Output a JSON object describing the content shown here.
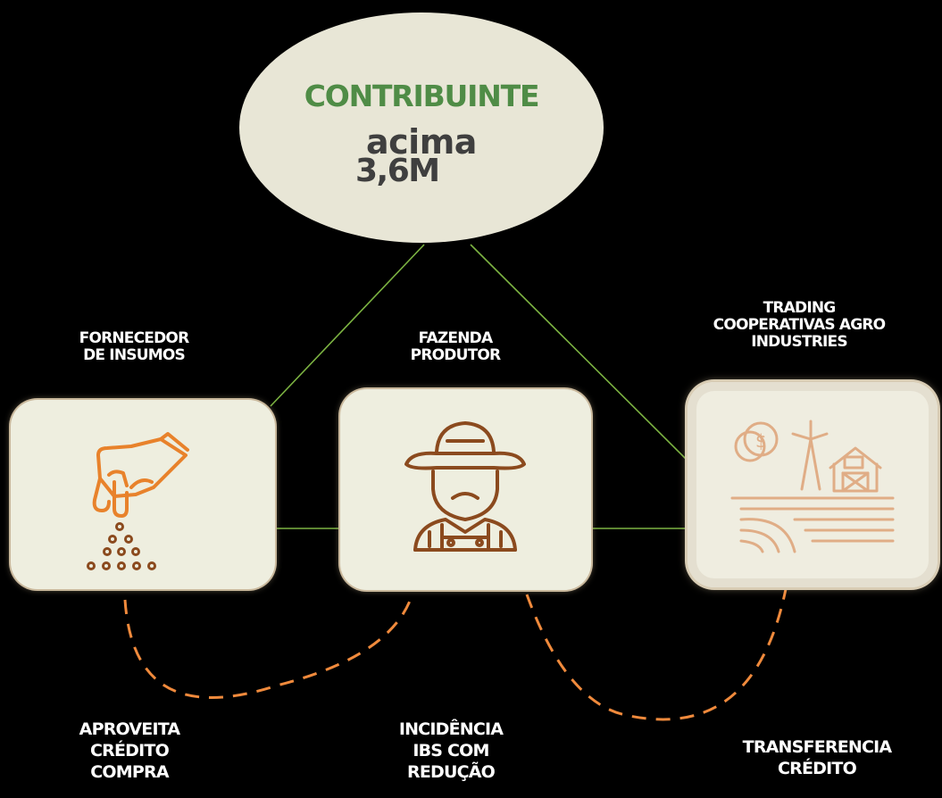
{
  "center": {
    "title": "CONTRIBUINTE",
    "line1": "acima",
    "line2": "3,6M"
  },
  "nodes": {
    "supplier": {
      "label_lines": [
        "FORNECEDOR",
        "DE INSUMOS"
      ],
      "icon": "seed-sowing-hand-icon"
    },
    "farm": {
      "label_lines": [
        "FAZENDA",
        "PRODUTOR"
      ],
      "icon": "farmer-icon"
    },
    "trading": {
      "label_lines": [
        "TRADING",
        "COOPERATIVAS AGRO",
        "INDUSTRIES"
      ],
      "icon": "farm-coins-icon"
    }
  },
  "bottom_labels": {
    "supplier": [
      "APROVEITA",
      "CRÉDITO",
      "COMPRA"
    ],
    "farm": [
      "INCIDÊNCIA",
      "IBS COM",
      "REDUÇÃO"
    ],
    "trading": [
      "TRANSFERENCIA",
      "CRÉDITO"
    ]
  },
  "colors": {
    "background": "#000000",
    "connector": "#7cb342",
    "dashed_arc": "#f08a3c",
    "title_green": "#4f8c46",
    "icon_orange": "#e8822b",
    "icon_brown": "#8b4a1e"
  }
}
